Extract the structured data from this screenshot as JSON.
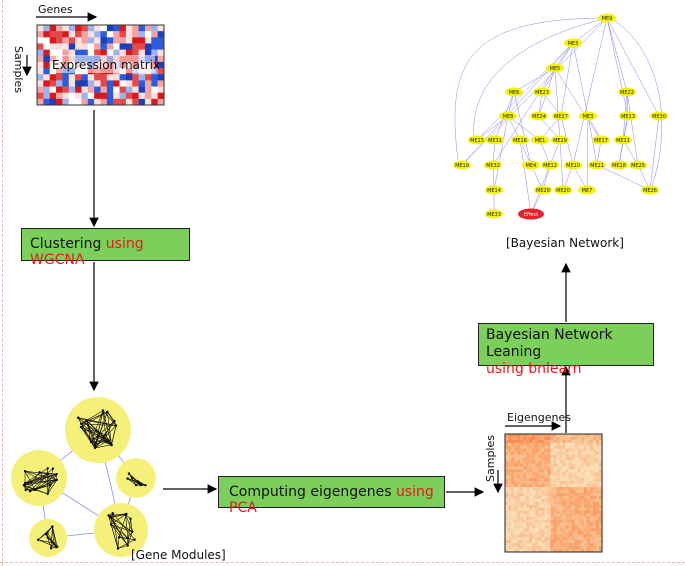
{
  "expression": {
    "genes_label": "Genes",
    "samples_label": "Samples",
    "matrix_label": "Expression matrix"
  },
  "clustering": {
    "text": "Clustering ",
    "method": "using WGCNA"
  },
  "modules": {
    "caption": "[Gene Modules]"
  },
  "eigengenes_step": {
    "text": "Computing eigengenes ",
    "method": "using PCA"
  },
  "heatmap": {
    "eigengenes_label": "Eigengenes",
    "samples_label": "Samples"
  },
  "bn_learning": {
    "text": "Bayesian Network Leaning",
    "method": "using bnlearn"
  },
  "network": {
    "caption": "[Bayesian Network]",
    "nodes": [
      "ME9",
      "ME3",
      "ME5",
      "ME6",
      "ME23",
      "ME22",
      "ME8",
      "ME24",
      "ME27",
      "ME13",
      "ME30",
      "ME15",
      "ME31",
      "ME16",
      "ME1",
      "ME29",
      "ME17",
      "ME11",
      "ME19",
      "ME32",
      "ME4",
      "ME12",
      "ME10",
      "ME21",
      "ME18",
      "ME25",
      "ME14",
      "ME28",
      "ME20",
      "ME7",
      "ME26",
      "ME33",
      "Effect"
    ]
  },
  "colors": {
    "box_fill": "#7ccf5a",
    "method_text": "#e41a1c",
    "node_fill": "#f2f20a",
    "effect_fill": "#e8202a",
    "edge": "#7a7ae0",
    "module_halo": "#f4f07a"
  }
}
